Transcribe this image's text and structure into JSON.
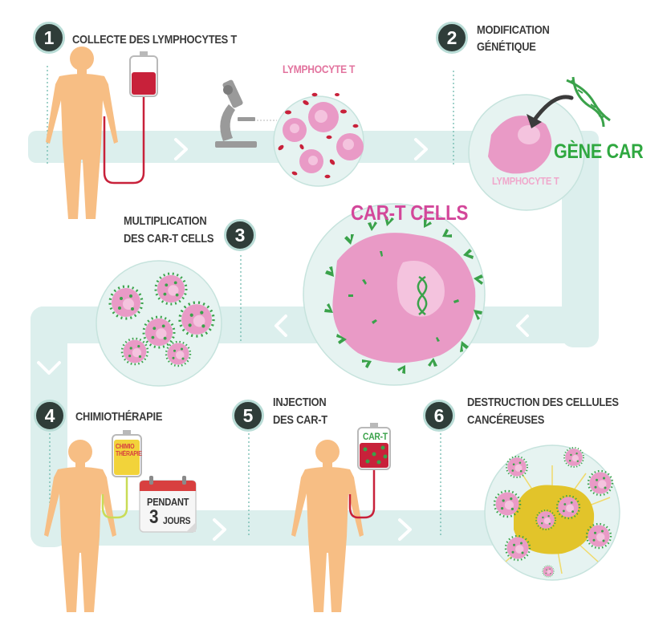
{
  "steps": [
    {
      "number": "1",
      "title": "COLLECTE DES LYMPHOCYTES T"
    },
    {
      "number": "2",
      "title_line1": "MODIFICATION",
      "title_line2": "GÉNÉTIQUE"
    },
    {
      "number": "3",
      "title_line1": "MULTIPLICATION",
      "title_line2": "DES CAR-T CELLS"
    },
    {
      "number": "4",
      "title": "CHIMIOTHÉRAPIE"
    },
    {
      "number": "5",
      "title_line1": "INJECTION",
      "title_line2": "DES CAR-T"
    },
    {
      "number": "6",
      "title_line1": "DESTRUCTION DES CELLULES",
      "title_line2": "CANCÉREUSES"
    }
  ],
  "labels": {
    "lymphocyte_t": "LYMPHOCYTE T",
    "gene_car": "GÈNE CAR",
    "lymphocyte_t_2": "LYMPHOCYTE T",
    "car_t_cells": "CAR-T CELLS",
    "chimio_bag_line1": "CHIMIO",
    "chimio_bag_line2": "THÉRAPIE",
    "car_t_bag": "CAR-T",
    "calendar_line1": "PENDANT",
    "calendar_number": "3",
    "calendar_unit": "JOURS"
  },
  "colors": {
    "band": "#dcefed",
    "band_arrow": "#ffffff",
    "skin": "#f7be84",
    "blood": "#c8213a",
    "cell_pink": "#e99ac6",
    "cell_pink_light": "#f4c3de",
    "receptor_green": "#3aa24a",
    "number_circle": "#2f3d39",
    "tumor_yellow": "#e2c42a"
  }
}
